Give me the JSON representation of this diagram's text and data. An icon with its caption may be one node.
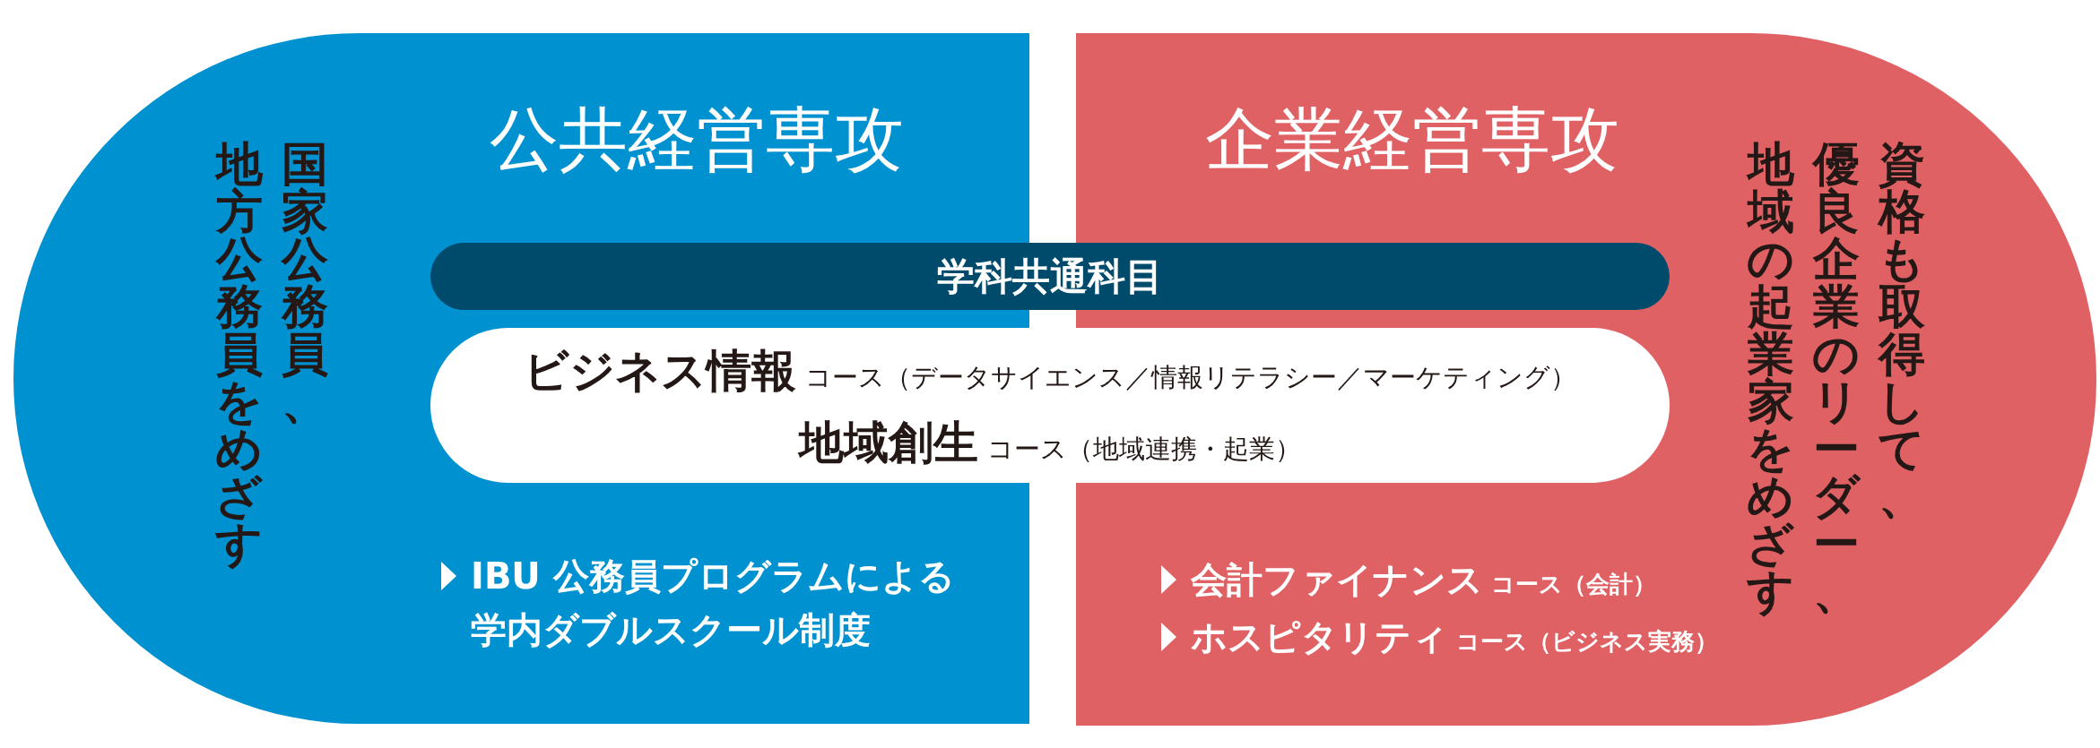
{
  "diagram": {
    "nodes": [
      {
        "text": [
          "公共経営専攻",
          "国家公務員、地方公務員をめざす",
          "IBU 公務員プログラムによる学内ダブルスクール制度"
        ]
      },
      {
        "text": [
          "企業経営専攻",
          "**会計ファイナンス** コース（会計）",
          "**ホスピタリティ** コース（ビジネス実務）",
          "資格も取得して、優良企業のリーダー、地域の起業家をめざす"
        ]
      },
      {
        "text": [
          "学科共通科目"
        ]
      },
      {
        "text": [
          "**ビジネス情報** コース（データサイエンス／情報リテラシー／マーケティング）",
          "**地域創生** コース（地域連携・起業）"
        ]
      }
    ]
  }
}
